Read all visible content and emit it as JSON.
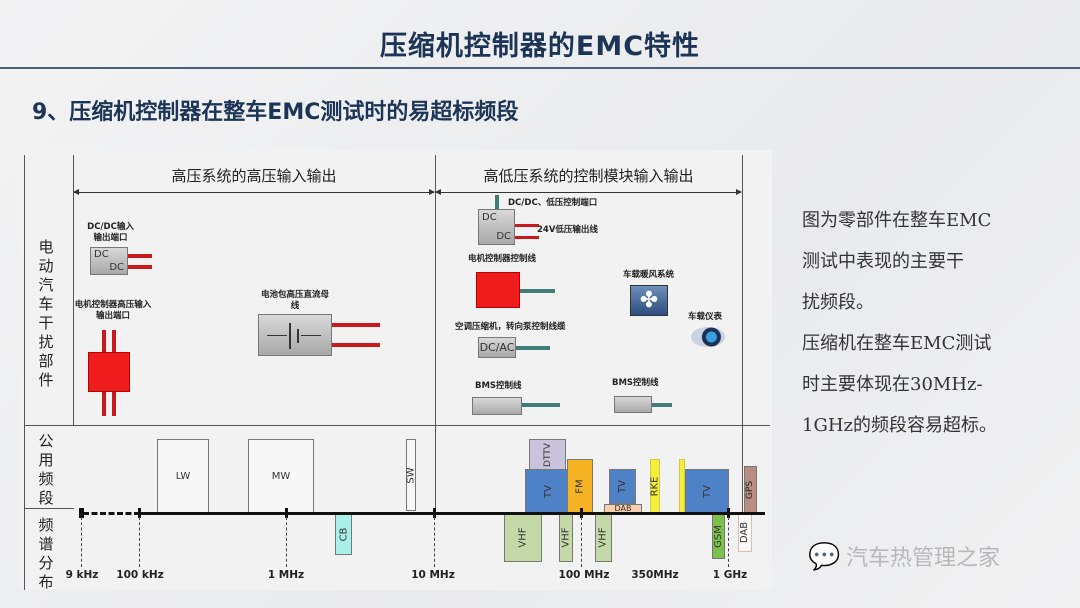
{
  "title": "压缩机控制器的EMC特性",
  "subtitle": "9、压缩机控制器在整车EMC测试时的易超标频段",
  "diagram": {
    "row_labels": {
      "components": "电动汽车干扰部件",
      "public_bands": "公用频段",
      "spectrum": "频谱分布"
    },
    "sections": {
      "hv": "高压系统的高压输入输出",
      "lv": "高低压系统的控制模块输入输出"
    },
    "components": {
      "dcdc_hv": "DC/DC输入输出端口",
      "dc_top": "DC",
      "dc_bottom": "DC",
      "motor_hv": "电机控制器高压输入输出端口",
      "battery": "电池包高压直流母线",
      "dcdc_lv": "DC/DC、低压控制端口",
      "lv24": "24V低压输出线",
      "motor_ctrl": "电机控制器控制线",
      "heater": "车载暖风系统",
      "dashboard": "车载仪表",
      "compressor": "空调压缩机，转向泵控制线缆",
      "dcac": "DC/AC",
      "bms1": "BMS控制线",
      "bms2": "BMS控制线"
    },
    "bands": {
      "lw": "LW",
      "mw": "MW",
      "sw": "SW",
      "cb": "CB",
      "dttv": "DTTV",
      "tv1": "TV",
      "fm": "FM",
      "tv2": "TV",
      "dab1": "DAB",
      "rke": "RKE",
      "tv3": "TV",
      "gps": "GPS",
      "vhf1": "VHF",
      "vhf2": "VHF",
      "vhf3": "VHF",
      "gsm": "GSM",
      "dab2": "DAB"
    },
    "ticks": [
      "9 kHz",
      "100 kHz",
      "1 MHz",
      "10 MHz",
      "100 MHz",
      "350MHz",
      "1 GHz"
    ],
    "colors": {
      "tv": "#4f81c7",
      "fm": "#f5b324",
      "dttv": "#c9c3dc",
      "rke": "#f4f03a",
      "vhf": "#c5d9a8",
      "gsm": "#7cc24a",
      "cb": "#a8f0e8",
      "dab": "#f6cfae",
      "gps": "#b88d80"
    }
  },
  "note": [
    "图为零部件在整车EMC",
    "测试中表现的主要干",
    "扰频段。",
    "压缩机在整车EMC测试",
    "时主要体现在30MHz-",
    "1GHz的频段容易超标。"
  ],
  "watermark": "汽车热管理之家"
}
